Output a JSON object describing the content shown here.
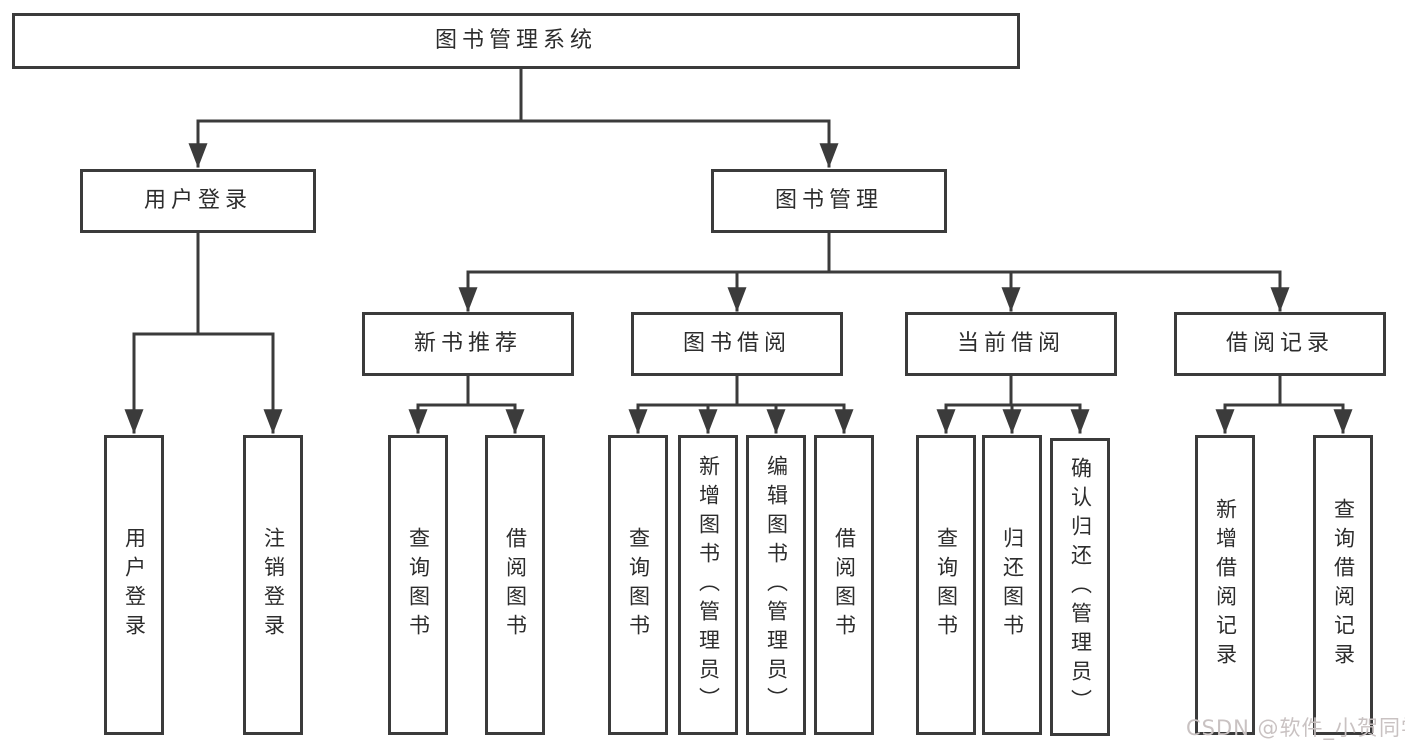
{
  "tree": {
    "root": {
      "label": "图书管理系统",
      "children": [
        {
          "label": "用户登录",
          "children": [
            {
              "label": "用户登录"
            },
            {
              "label": "注销登录"
            }
          ]
        },
        {
          "label": "图书管理",
          "children": [
            {
              "label": "新书推荐",
              "children": [
                {
                  "label": "查询图书"
                },
                {
                  "label": "借阅图书"
                }
              ]
            },
            {
              "label": "图书借阅",
              "children": [
                {
                  "label": "查询图书"
                },
                {
                  "label": "新增图书（管理员）"
                },
                {
                  "label": "编辑图书（管理员）"
                },
                {
                  "label": "借阅图书"
                }
              ]
            },
            {
              "label": "当前借阅",
              "children": [
                {
                  "label": "查询图书"
                },
                {
                  "label": "归还图书"
                },
                {
                  "label": "确认归还（管理员）"
                }
              ]
            },
            {
              "label": "借阅记录",
              "children": [
                {
                  "label": "新增借阅记录"
                },
                {
                  "label": "查询借阅记录"
                }
              ]
            }
          ]
        }
      ]
    }
  },
  "watermark": {
    "text": "CSDN @软件_小贺同学",
    "color": "#c9c2c2"
  },
  "colors": {
    "line": "#3b3b3b",
    "box_border": "#3b3b3b",
    "text": "#2d2d2d",
    "background": "#ffffff"
  }
}
